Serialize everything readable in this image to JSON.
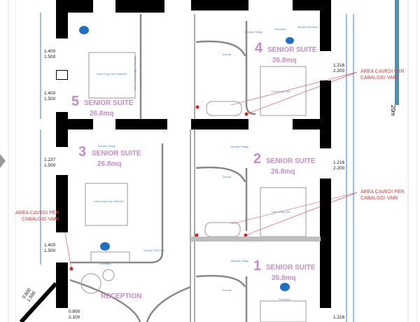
{
  "suites": [
    {
      "number": "5",
      "name": "SENIOR SUITE",
      "area": "26.8mq"
    },
    {
      "number": "4",
      "name": "SENIOR SUITE",
      "area": "26.8mq"
    },
    {
      "number": "3",
      "name": "SENIOR SUITE",
      "area": "26.8mq"
    },
    {
      "number": "2",
      "name": "SENIOR SUITE",
      "area": "26.8mq"
    },
    {
      "number": "1",
      "name": "SENIOR SUITE",
      "area": "26.8mq"
    }
  ],
  "reception": "RECEPTION",
  "notes": {
    "cavedi_line1": "AREA CAVEDI PER",
    "cavedi_line2": "CABALGGI VARI"
  },
  "dimensions": {
    "w1400": "1.400",
    "w1500": "1.500",
    "w1237": "1.237",
    "w1216": "1.216",
    "w2200": "2.200",
    "w0800": "0.800",
    "w2100": "2.100"
  },
  "fixtures": {
    "bed": "Letto King Size",
    "bed_size": "180x200",
    "shower": "Doccia",
    "shower_size": "100X150",
    "luggage": "Modulo Valige",
    "desk": "Scrivania",
    "storage": "Vano x Stoccaggio Deposito",
    "wardrobe": "Modulo Armadio"
  },
  "scale": {
    "label": "20m"
  },
  "colors": {
    "suite_label": "#c98bc7",
    "note": "#f03a3a",
    "dimension": "#2f7fd8",
    "wall": "#000000"
  }
}
